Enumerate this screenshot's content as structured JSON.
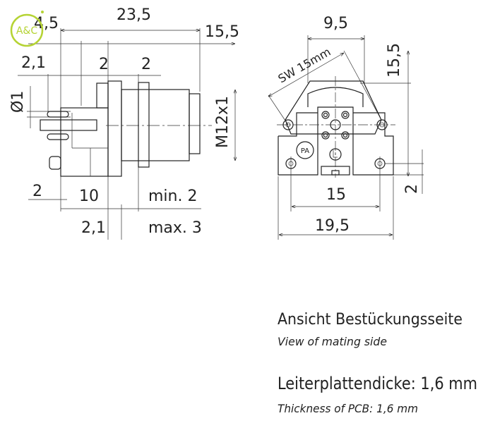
{
  "logo": {
    "text": "A&C",
    "color": "#b5d334"
  },
  "side_view": {
    "dims": {
      "overall_length": "23,5",
      "pin_offset": "4,5",
      "front_length": "15,5",
      "pin_pitch": "2,1",
      "flange": "2",
      "nut": "2",
      "pin_diameter": "Ø1",
      "thread": "M12x1",
      "pcb_pin": "2",
      "body_length": "10",
      "min_wall": "min. 2",
      "offset": "2,1",
      "max_wall": "max. 3"
    }
  },
  "front_view": {
    "dims": {
      "width_top": "9,5",
      "wrench": "SW 15mm",
      "height": "15,5",
      "hole_spacing": "15",
      "overall_width": "19,5",
      "hole_offset": "2"
    },
    "marking": "PA"
  },
  "captions": {
    "view_de": "Ansicht Bestückungsseite",
    "view_en": "View of mating side",
    "pcb_de": "Leiterplattendicke: 1,6 mm",
    "pcb_en": "Thickness of PCB: 1,6 mm"
  }
}
